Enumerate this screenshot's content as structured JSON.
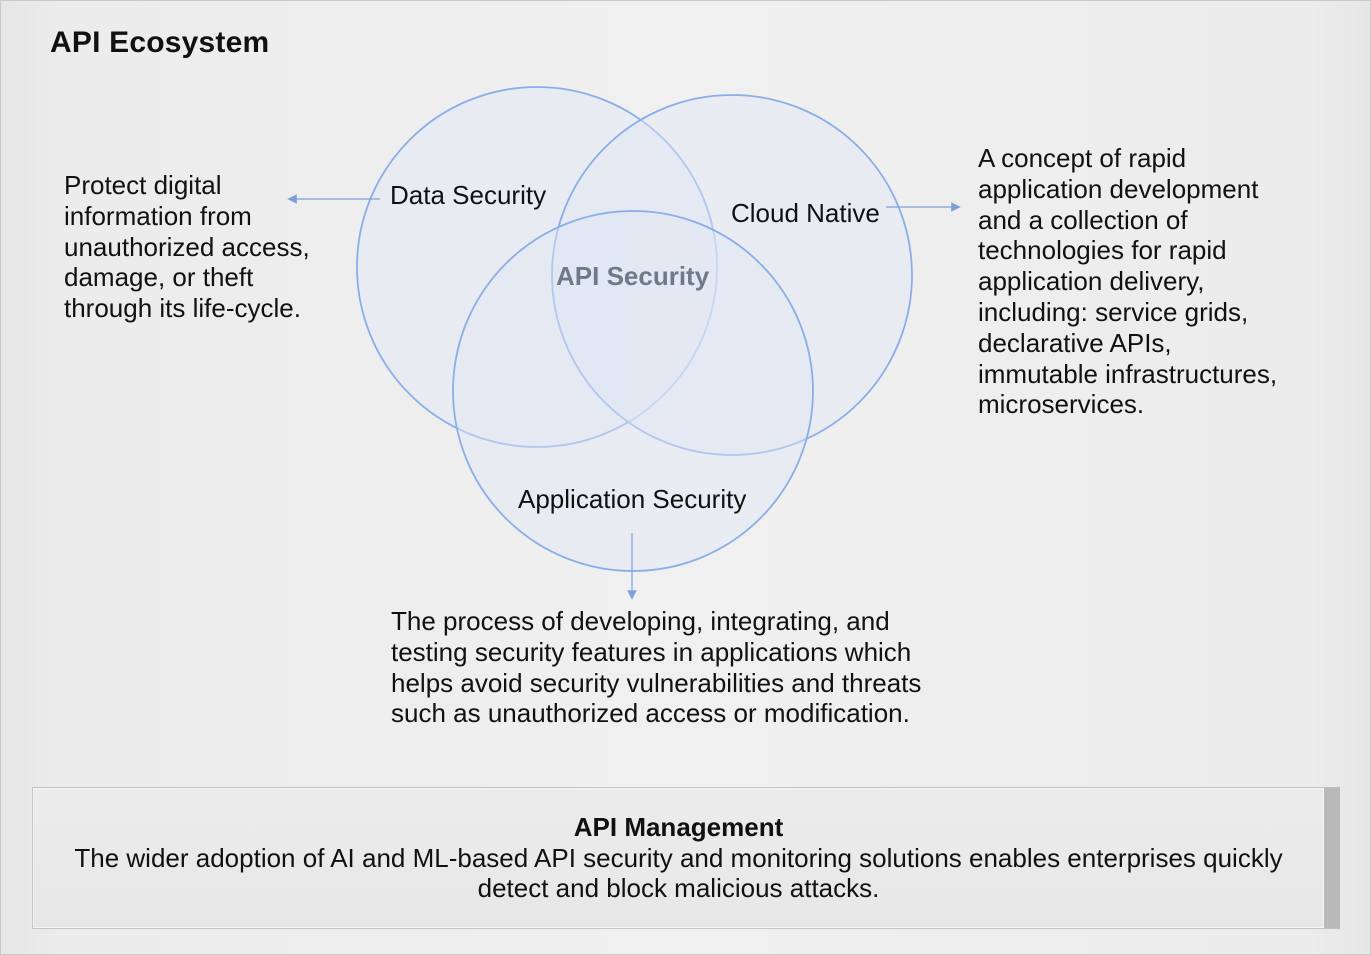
{
  "title": "API Ecosystem",
  "venn": {
    "circles": [
      {
        "label": "Data Security"
      },
      {
        "label": "Cloud Native"
      },
      {
        "label": "Application Security"
      }
    ],
    "center_label": "API Security"
  },
  "descriptions": {
    "data_security": "Protect digital information from unauthorized access, damage, or theft through its life-cycle.",
    "cloud_native": "A concept of rapid application development and a collection of technologies for rapid application delivery, including: service grids, declarative APIs, immutable infrastructures, microservices.",
    "application_security": "The process of developing, integrating, and testing security features in applications which helps avoid security vulnerabilities and threats such as unauthorized access or modification."
  },
  "management": {
    "title": "API Management",
    "body": "The wider adoption of AI and ML-based API security and monitoring solutions enables enterprises quickly detect and block malicious attacks."
  },
  "colors": {
    "circle_stroke": "#8aaee8",
    "circle_fill": "#dfe7f3",
    "arrow": "#7f9fd8",
    "center_label": "#6f7a88"
  }
}
